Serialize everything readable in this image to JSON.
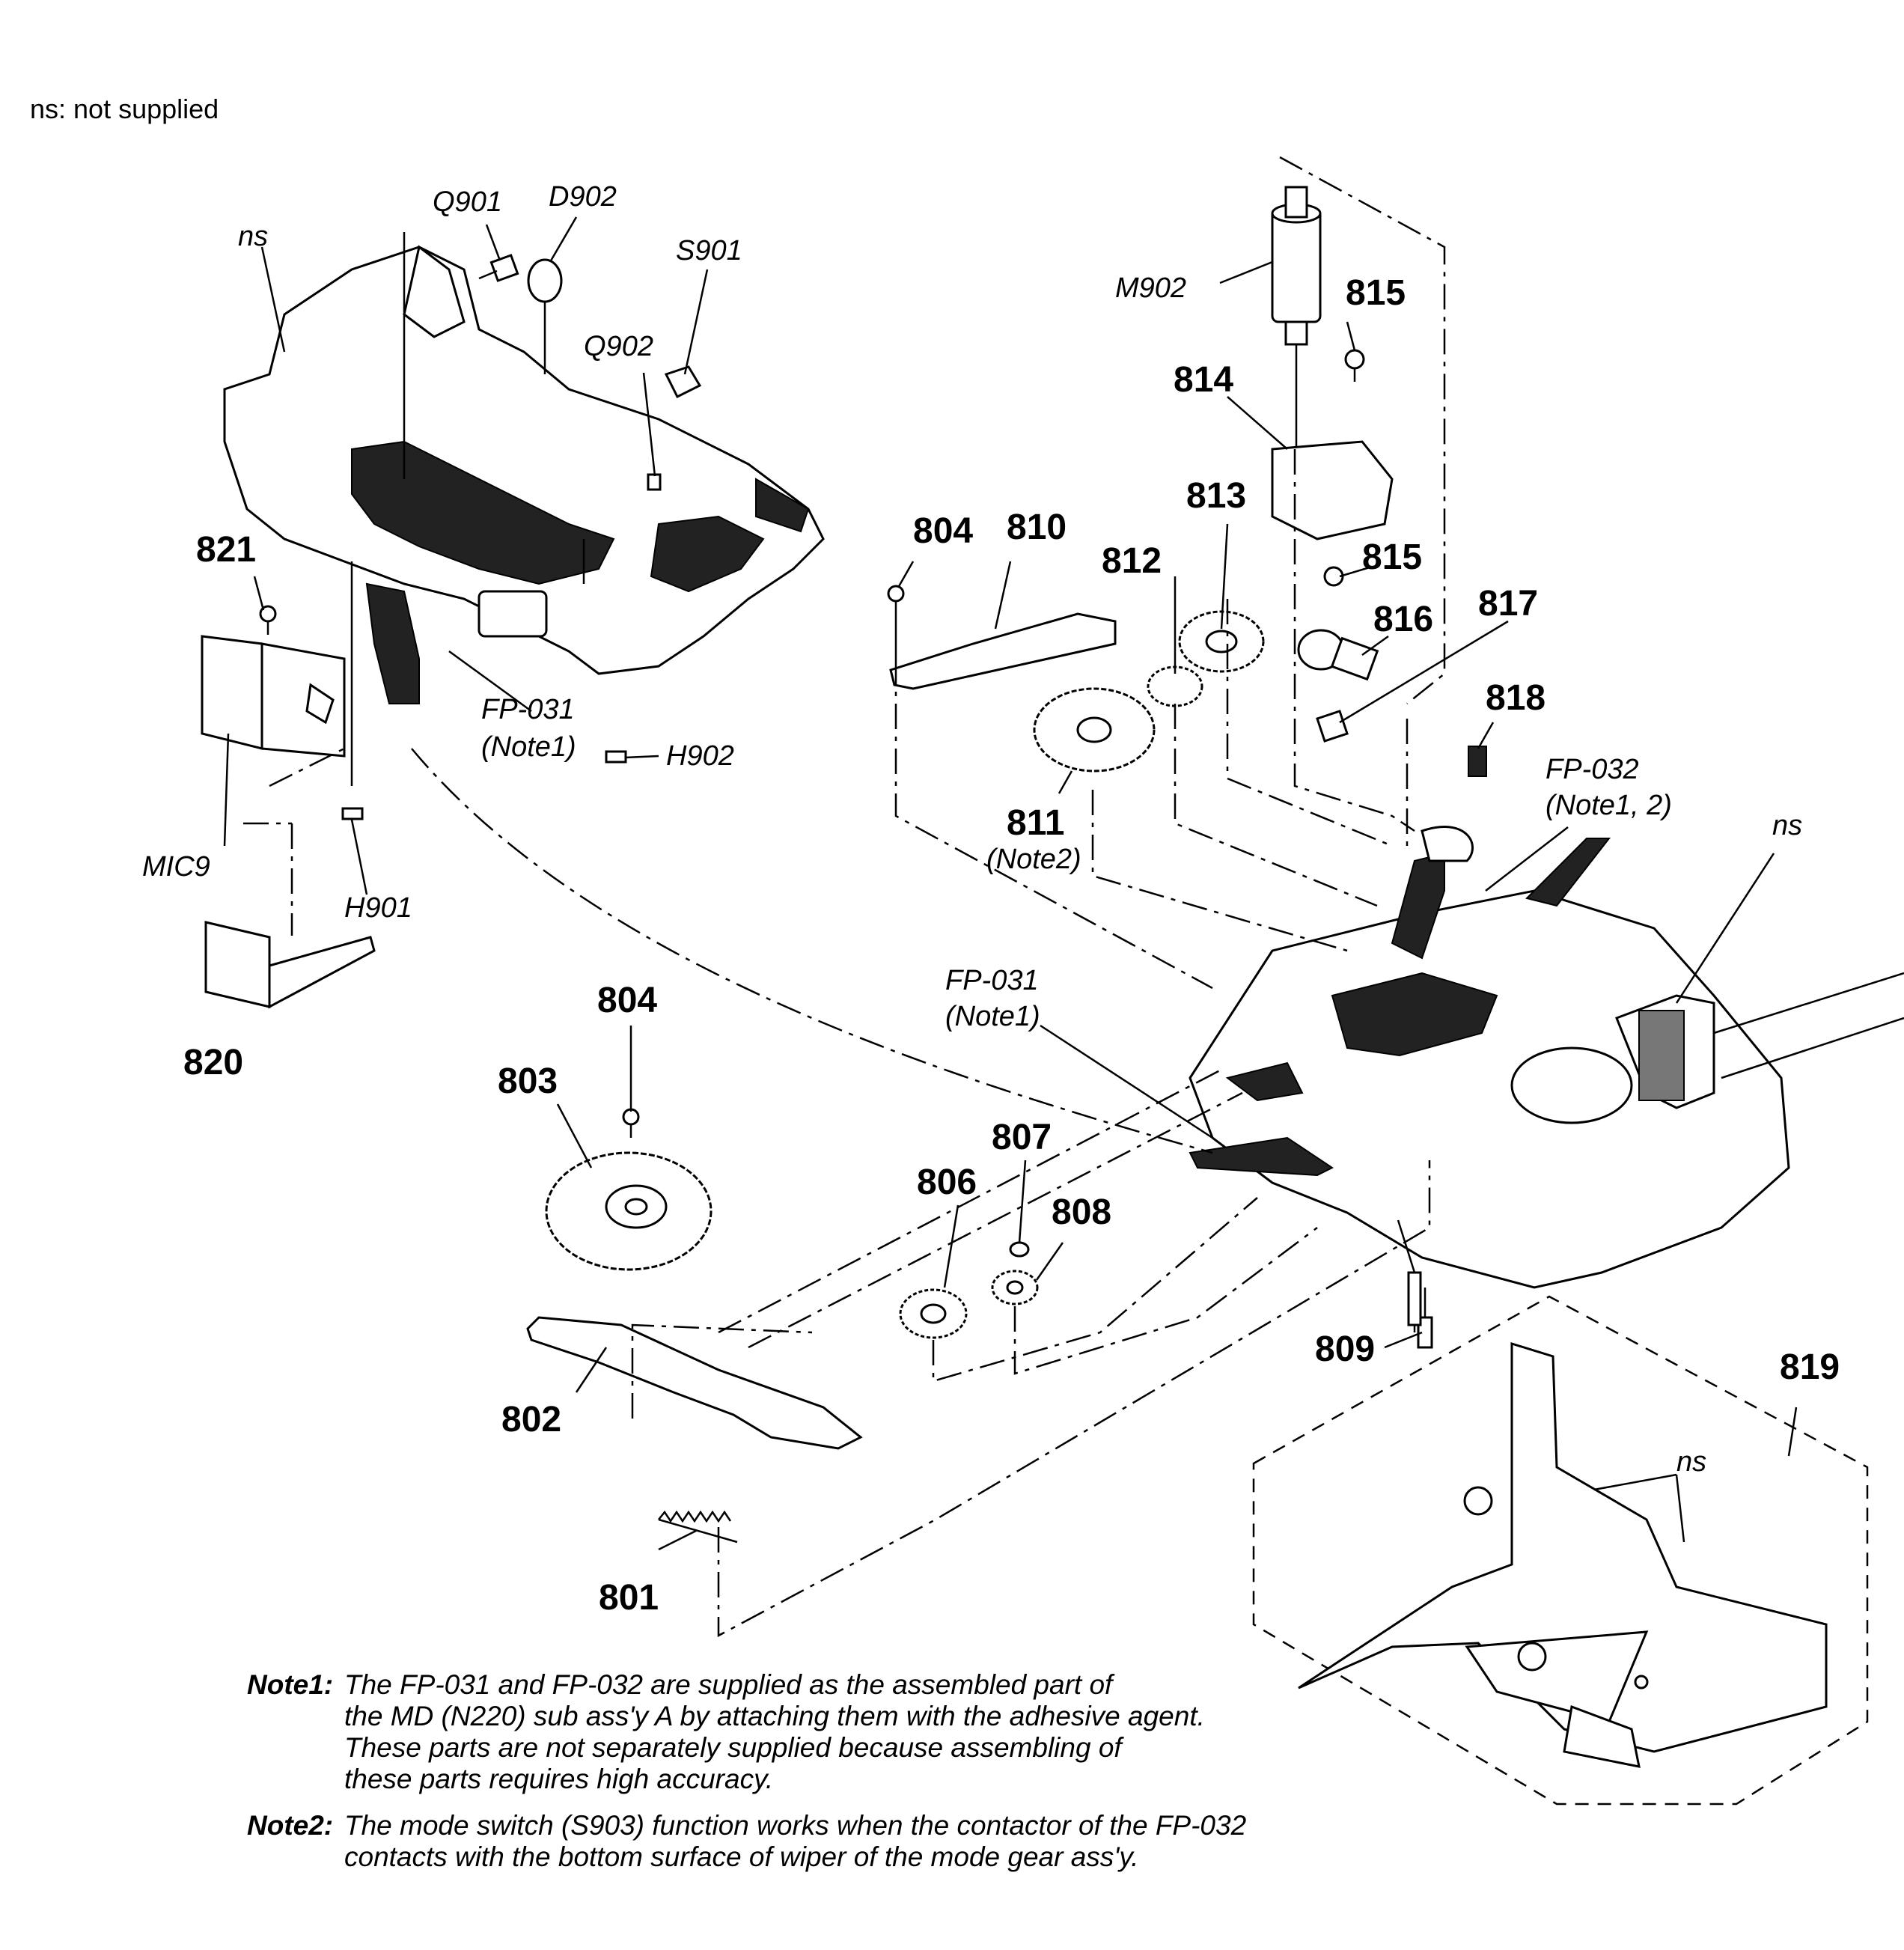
{
  "legend": "ns: not supplied",
  "part_labels": {
    "p801": "801",
    "p802": "802",
    "p803": "803",
    "p804a": "804",
    "p804b": "804",
    "p806": "806",
    "p807": "807",
    "p808": "808",
    "p809": "809",
    "p810": "810",
    "p811": "811",
    "p812": "812",
    "p813": "813",
    "p814": "814",
    "p815a": "815",
    "p815b": "815",
    "p816": "816",
    "p817": "817",
    "p818": "818",
    "p819": "819",
    "p820": "820",
    "p821": "821"
  },
  "ref_labels": {
    "q901": "Q901",
    "d902": "D902",
    "s901": "S901",
    "q902": "Q902",
    "m902": "M902",
    "h901": "H901",
    "h902": "H902",
    "mic": "MIC9",
    "ns1": "ns",
    "ns2": "ns",
    "ns3": "ns",
    "fp031a": "FP-031",
    "fp031a_note": "(Note1)",
    "fp031b": "FP-031",
    "fp031b_note": "(Note1)",
    "fp032": "FP-032",
    "fp032_note": "(Note1, 2)",
    "note811": "(Note2)"
  },
  "notes": [
    {
      "key": "Note1:",
      "lines": [
        "The FP-031 and FP-032 are supplied as the assembled part of",
        "the MD (N220) sub ass'y A by attaching them with the adhesive agent.",
        "These parts are not separately supplied because assembling of",
        "these parts requires high accuracy."
      ]
    },
    {
      "key": "Note2:",
      "lines": [
        "The mode switch (S903) function works when the contactor of the FP-032",
        "contacts with the bottom surface of wiper of the mode gear ass'y."
      ]
    }
  ]
}
